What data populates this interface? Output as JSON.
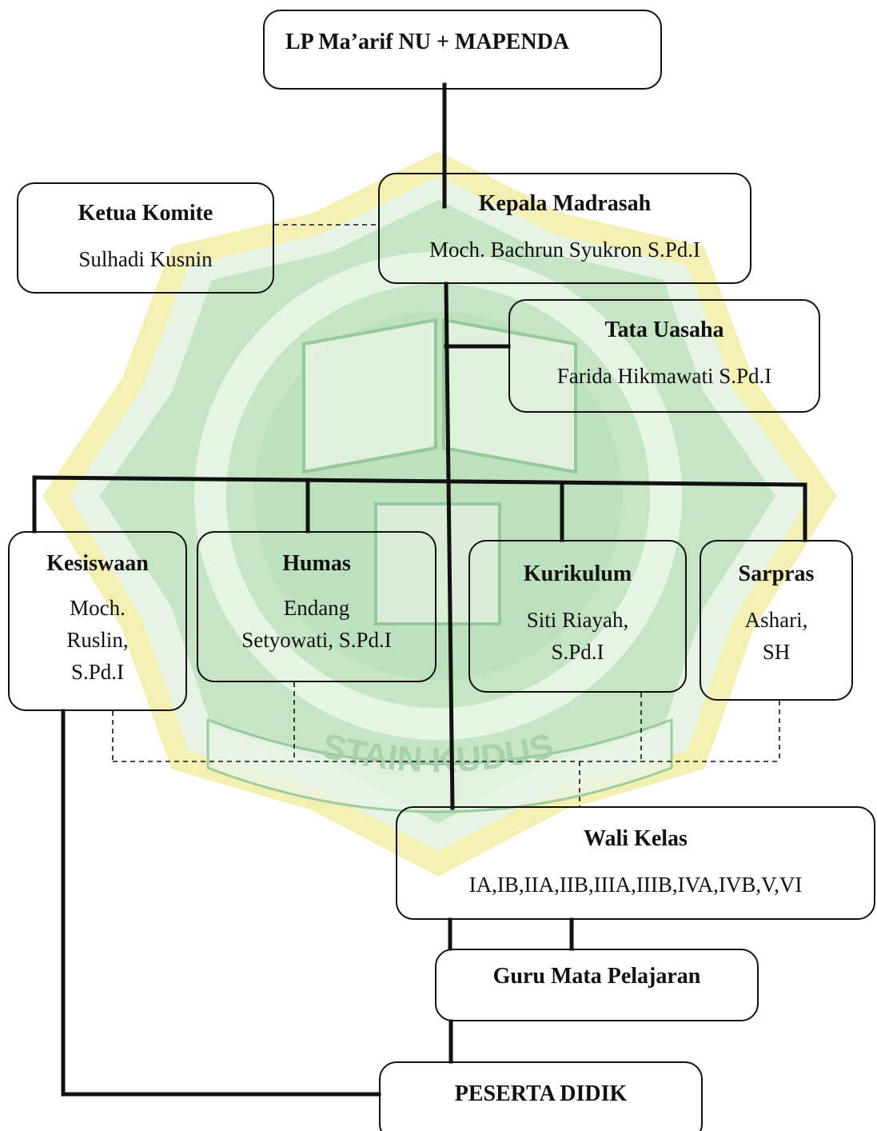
{
  "colors": {
    "line": "#111111",
    "watermark_green": "#9fd2a6",
    "watermark_yellow": "#f1ec9a",
    "watermark_dark": "#6aa879"
  },
  "watermark": {
    "text": "STAIN KUDUS"
  },
  "nodes": {
    "lp_maarif": {
      "title": "LP Ma’arif NU + MAPENDA"
    },
    "ketua_komite": {
      "title": "Ketua Komite",
      "name": "Sulhadi Kusnin"
    },
    "kepala": {
      "title": "Kepala Madrasah",
      "name": "Moch. Bachrun Syukron S.Pd.I"
    },
    "tata_usaha": {
      "title": "Tata Uasaha",
      "name": "Farida Hikmawati S.Pd.I"
    },
    "kesiswaan": {
      "title": "Kesiswaan",
      "name_lines": [
        "Moch.",
        "Ruslin,",
        "S.Pd.I"
      ]
    },
    "humas": {
      "title": "Humas",
      "name_lines": [
        "Endang",
        "Setyowati,  S.Pd.I"
      ]
    },
    "kurikulum": {
      "title": "Kurikulum",
      "name_lines": [
        "Siti Riayah,",
        "S.Pd.I"
      ]
    },
    "sarpras": {
      "title": "Sarpras",
      "name_lines": [
        "Ashari,",
        "SH"
      ]
    },
    "wali_kelas": {
      "title": "Wali Kelas",
      "name": "IA,IB,IIA,IIB,IIIA,IIIB,IVA,IVB,V,VI"
    },
    "guru": {
      "title": "Guru Mata Pelajaran"
    },
    "peserta": {
      "title": "PESERTA DIDIK"
    }
  }
}
